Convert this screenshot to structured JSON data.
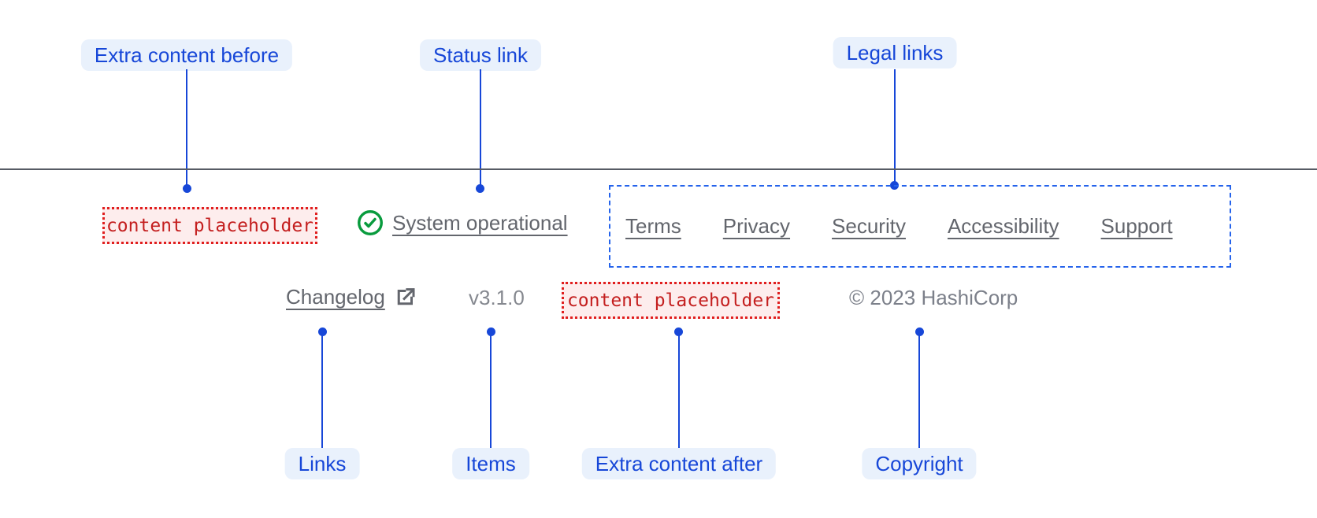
{
  "diagram": {
    "annotations": {
      "extra_content_before": "Extra content before",
      "status_link": "Status link",
      "legal_links": "Legal links",
      "links": "Links",
      "items": "Items",
      "extra_content_after": "Extra content after",
      "copyright": "Copyright"
    },
    "colors": {
      "annotation_blue": "#1747d8",
      "annotation_pill_bg": "#e9f1fc",
      "legal_outline_blue": "#2563eb",
      "placeholder_text_red": "#c41f1f",
      "placeholder_bg_pink": "#fdeded",
      "placeholder_border_red": "#e01e1e",
      "status_green": "#089b3d",
      "footer_divider_gray": "#565b64",
      "link_gray": "#63666d"
    }
  },
  "footer": {
    "extra_content_before": "content placeholder",
    "status": {
      "icon": "check-circle-icon",
      "label": "System operational"
    },
    "legal_links": [
      {
        "label": "Terms"
      },
      {
        "label": "Privacy"
      },
      {
        "label": "Security"
      },
      {
        "label": "Accessibility"
      },
      {
        "label": "Support"
      }
    ],
    "links": [
      {
        "label": "Changelog",
        "icon": "external-link-icon"
      }
    ],
    "version": "v3.1.0",
    "extra_content_after": "content placeholder",
    "copyright": "© 2023 HashiCorp"
  }
}
